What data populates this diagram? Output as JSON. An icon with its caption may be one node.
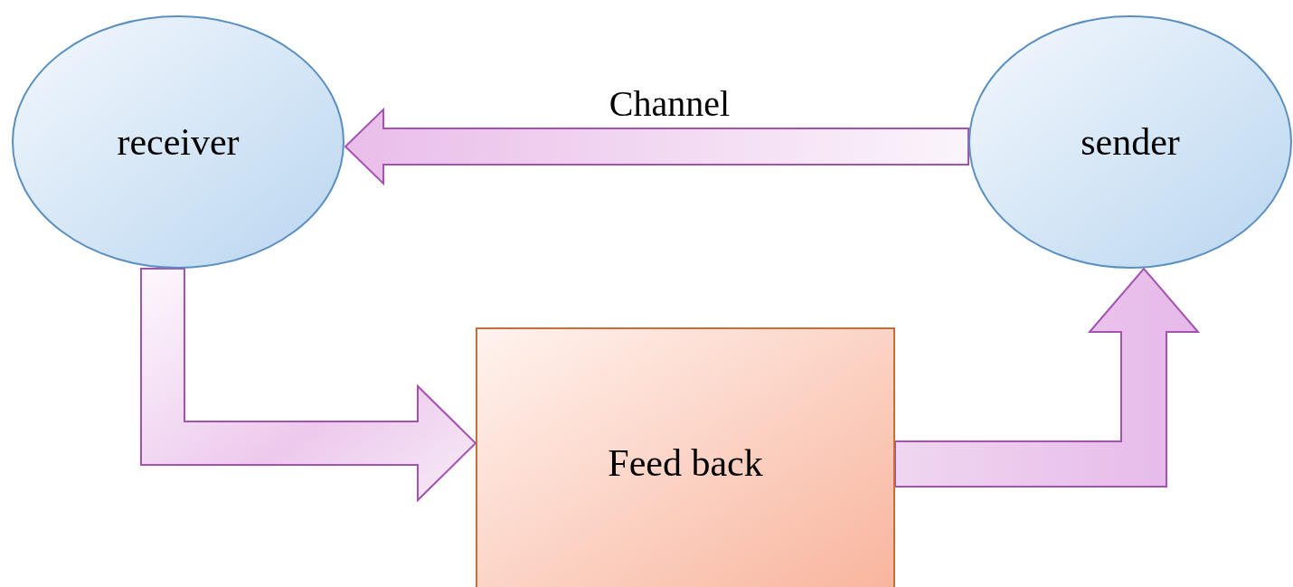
{
  "diagram": {
    "nodes": [
      {
        "text": [
          "receiver"
        ]
      },
      {
        "text": [
          "sender"
        ]
      },
      {
        "text": [
          "Feed back"
        ]
      }
    ],
    "edges": [
      {
        "from": 1,
        "to": 0,
        "arrow": "to",
        "label": "Channel"
      },
      {
        "from": 0,
        "to": 2,
        "arrow": "to"
      },
      {
        "from": 2,
        "to": 1,
        "arrow": "to"
      }
    ]
  }
}
